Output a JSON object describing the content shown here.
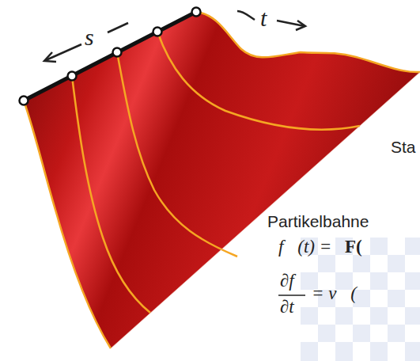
{
  "diagram": {
    "labels": [
      "s",
      "t",
      "Sta",
      "Partikelbahne",
      "f⃗(t) =",
      "F(",
      "∂f⃗",
      "∂t",
      "= v⃗("
    ]
  }
}
